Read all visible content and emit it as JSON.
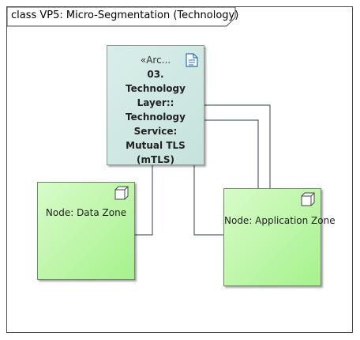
{
  "frame": {
    "title": "class VP5: Micro-Segmentation (Technology)"
  },
  "artifact": {
    "stereotype": "«Arc...",
    "name_lines": [
      "03.",
      "Technology",
      "Layer::",
      "Technology",
      "Service:",
      "Mutual TLS",
      "(mTLS)"
    ],
    "icon": "document-icon",
    "fill_color": "#cfe8e2"
  },
  "nodes": [
    {
      "label": "Node: Data Zone",
      "icon": "node-cube-icon",
      "fill_color": "#b8f5a3"
    },
    {
      "label": "Node: Application Zone",
      "icon": "node-cube-icon",
      "fill_color": "#b8f5a3"
    }
  ]
}
